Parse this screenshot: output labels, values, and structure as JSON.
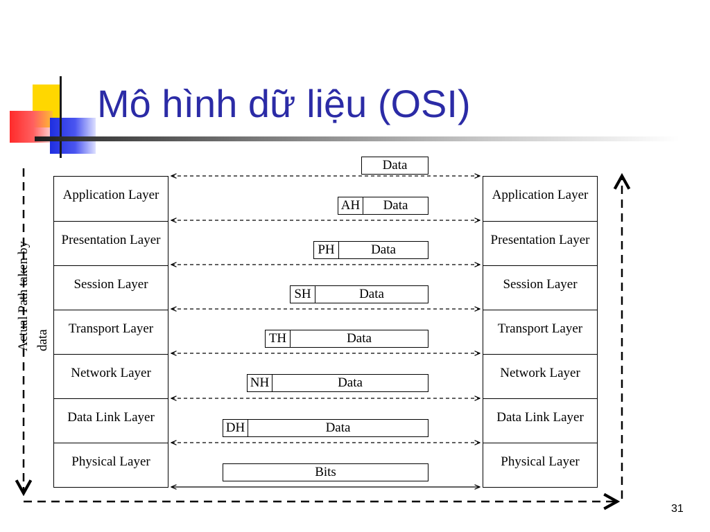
{
  "slide": {
    "title": "Mô hình dữ liệu (OSI)",
    "page_number": "31"
  },
  "left_stack": [
    "Application Layer",
    "Presentation Layer",
    "Session Layer",
    "Transport Layer",
    "Network Layer",
    "Data Link Layer",
    "Physical Layer"
  ],
  "right_stack": [
    "Application Layer",
    "Presentation Layer",
    "Session Layer",
    "Transport Layer",
    "Network Layer",
    "Data Link Layer",
    "Physical Layer"
  ],
  "packets": [
    {
      "header": "",
      "payload": "Data"
    },
    {
      "header": "AH",
      "payload": "Data"
    },
    {
      "header": "PH",
      "payload": "Data"
    },
    {
      "header": "SH",
      "payload": "Data"
    },
    {
      "header": "TH",
      "payload": "Data"
    },
    {
      "header": "NH",
      "payload": "Data"
    },
    {
      "header": "DH",
      "payload": "Data"
    },
    {
      "header": "",
      "payload": "Bits"
    }
  ],
  "path_label": "Actual Path taken by data",
  "colors": {
    "title": "#2b2ba6",
    "deco_yellow": "#ffd700",
    "deco_red": "#ff2a2a",
    "deco_blue": "#1e2ee0",
    "lines": "#000000"
  }
}
